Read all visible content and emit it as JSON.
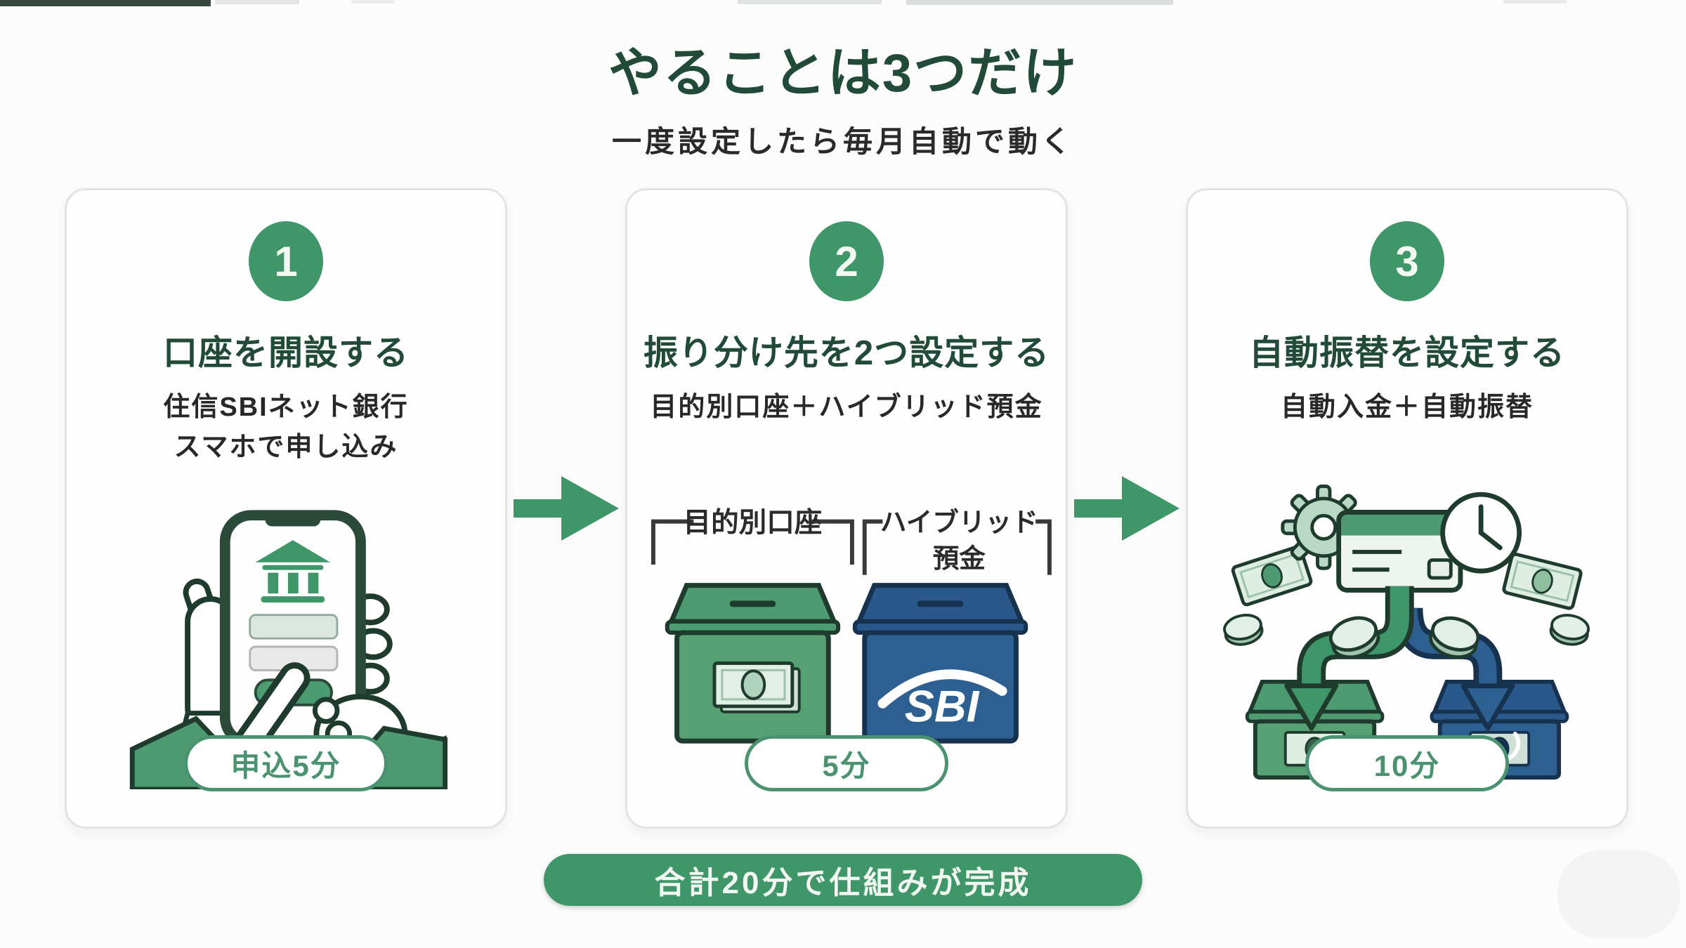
{
  "header": {
    "title": "やることは3つだけ",
    "subtitle": "一度設定したら毎月自動で動く"
  },
  "steps": [
    {
      "number": "1",
      "title": "口座を開設する",
      "description_lines": [
        "住信SBIネット銀行",
        "スマホで申し込み"
      ],
      "duration": "申込5分"
    },
    {
      "number": "2",
      "title": "振り分け先を2つ設定する",
      "description_lines": [
        "目的別口座＋ハイブリッド預金"
      ],
      "duration": "5分",
      "illustration": {
        "left_label": "目的別口座",
        "right_label_line1": "ハイブリッド",
        "right_label_line2": "預金",
        "logo": "SBI"
      }
    },
    {
      "number": "3",
      "title": "自動振替を設定する",
      "description_lines": [
        "自動入金＋自動振替"
      ],
      "duration": "10分"
    }
  ],
  "footer": {
    "banner": "合計20分で仕組みが完成"
  },
  "colors": {
    "accent_green": "#3f9669",
    "dark_green_text": "#214a38",
    "box_green": "#57a074",
    "box_blue": "#2d5f91",
    "badge_green": "#4b9370"
  }
}
